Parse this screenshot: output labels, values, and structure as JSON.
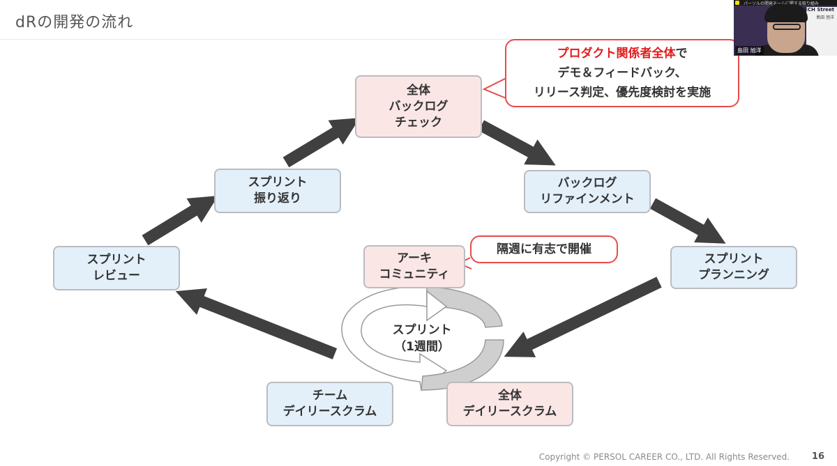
{
  "slide": {
    "title": "dRの開発の流れ",
    "page_number": "16",
    "copyright": "Copyright © PERSOL CAREER CO., LTD. All Rights Reserved."
  },
  "boxes": {
    "backlog_check": [
      "全体",
      "バックログ",
      "チェック"
    ],
    "refinement": [
      "バックログ",
      "リファインメント"
    ],
    "planning": [
      "スプリント",
      "プランニング"
    ],
    "retro": [
      "スプリント",
      "振り返り"
    ],
    "review": [
      "スプリント",
      "レビュー"
    ],
    "arch_community": [
      "アーキ",
      "コミュニティ"
    ],
    "team_daily": [
      "チーム",
      "デイリースクラム"
    ],
    "all_daily": [
      "全体",
      "デイリースクラム"
    ]
  },
  "sprint_center": [
    "スプリント",
    "（1週間）"
  ],
  "callout_main": {
    "line1_highlight": "プロダクト関係者全体",
    "line1_rest": "で",
    "line2": "デモ＆フィードバック、",
    "line3": "リリース判定、優先度検討を実施"
  },
  "callout_small": "隔週に有志で開催",
  "video": {
    "name_tag": "島田 旭洋",
    "brand": "TECH Street",
    "brand_sub": "島田 旭洋",
    "top_text": "パーソルの開発チームに関する取り組み"
  },
  "colors": {
    "arrow": "#404040",
    "blue_box": "#e3f0fa",
    "pink_box": "#fbe6e6",
    "callout_border": "#e64a4a",
    "highlight_red": "#e31b1b"
  }
}
